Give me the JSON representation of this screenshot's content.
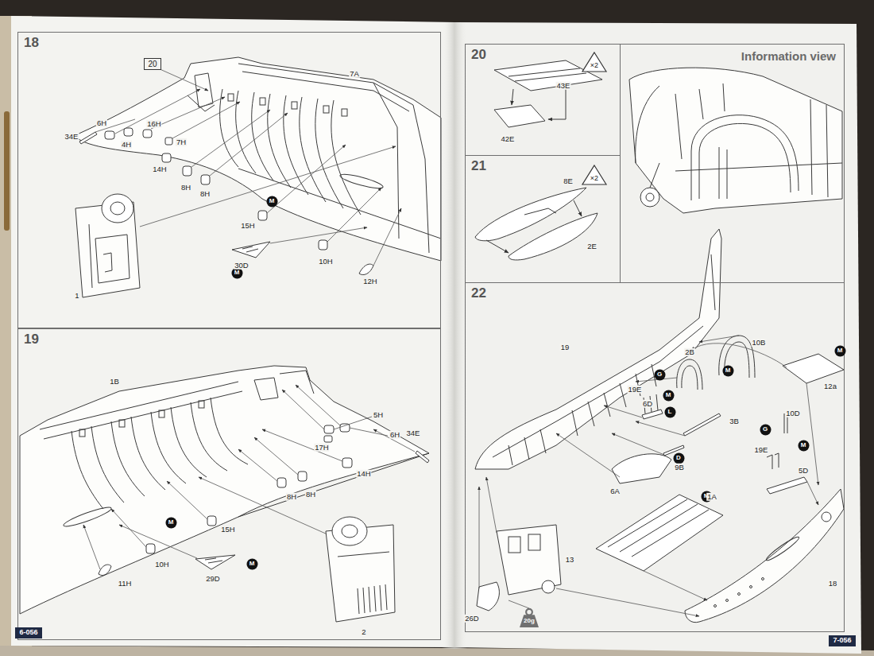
{
  "diagram": {
    "nodes": [
      {
        "text": [
          "18"
        ]
      },
      {
        "text": [
          "20"
        ],
        "in": 0
      },
      {
        "text": [
          "M"
        ],
        "in": 0
      },
      {
        "text": [
          "M"
        ],
        "in": 0
      },
      {
        "text": [
          "19"
        ]
      },
      {
        "text": [
          "M"
        ],
        "in": 4
      },
      {
        "text": [
          "M"
        ],
        "in": 4
      },
      {
        "text": [
          "20"
        ]
      },
      {
        "text": [
          "×2"
        ],
        "in": 7
      },
      {
        "text": [
          "21"
        ]
      },
      {
        "text": [
          "×2"
        ],
        "in": 9
      },
      {
        "text": [
          "Information view"
        ]
      },
      {
        "text": [
          "22"
        ]
      },
      {
        "text": [
          "M"
        ],
        "in": 12
      },
      {
        "text": [
          "M"
        ],
        "in": 12
      },
      {
        "text": [
          "G"
        ],
        "in": 12
      },
      {
        "text": [
          "M"
        ],
        "in": 12
      },
      {
        "text": [
          "L"
        ],
        "in": 12
      },
      {
        "text": [
          "D"
        ],
        "in": 12
      },
      {
        "text": [
          "G"
        ],
        "in": 12
      },
      {
        "text": [
          "M"
        ],
        "in": 12
      },
      {
        "text": [
          "M"
        ],
        "in": 12
      },
      {
        "text": [
          "20g"
        ],
        "in": 12
      },
      {
        "text": [
          "6-056"
        ]
      },
      {
        "text": [
          "7-056"
        ]
      }
    ],
    "labels": [
      "7A",
      "6H",
      "34E",
      "4H",
      "16H",
      "7H",
      "14H",
      "8H",
      "8H",
      "15H",
      "30D",
      "10H",
      "12H",
      "1",
      "1B",
      "5H",
      "6H",
      "34E",
      "17H",
      "14H",
      "8H",
      "8H",
      "15H",
      "10H",
      "11H",
      "29D",
      "2",
      "43E",
      "42E",
      "8E",
      "2E",
      "19",
      "10B",
      "2B",
      "12a",
      "19E",
      "6D",
      "3B",
      "9B",
      "6A",
      "1A",
      "10D",
      "19E",
      "5D",
      "13",
      "18",
      "26D"
    ]
  }
}
